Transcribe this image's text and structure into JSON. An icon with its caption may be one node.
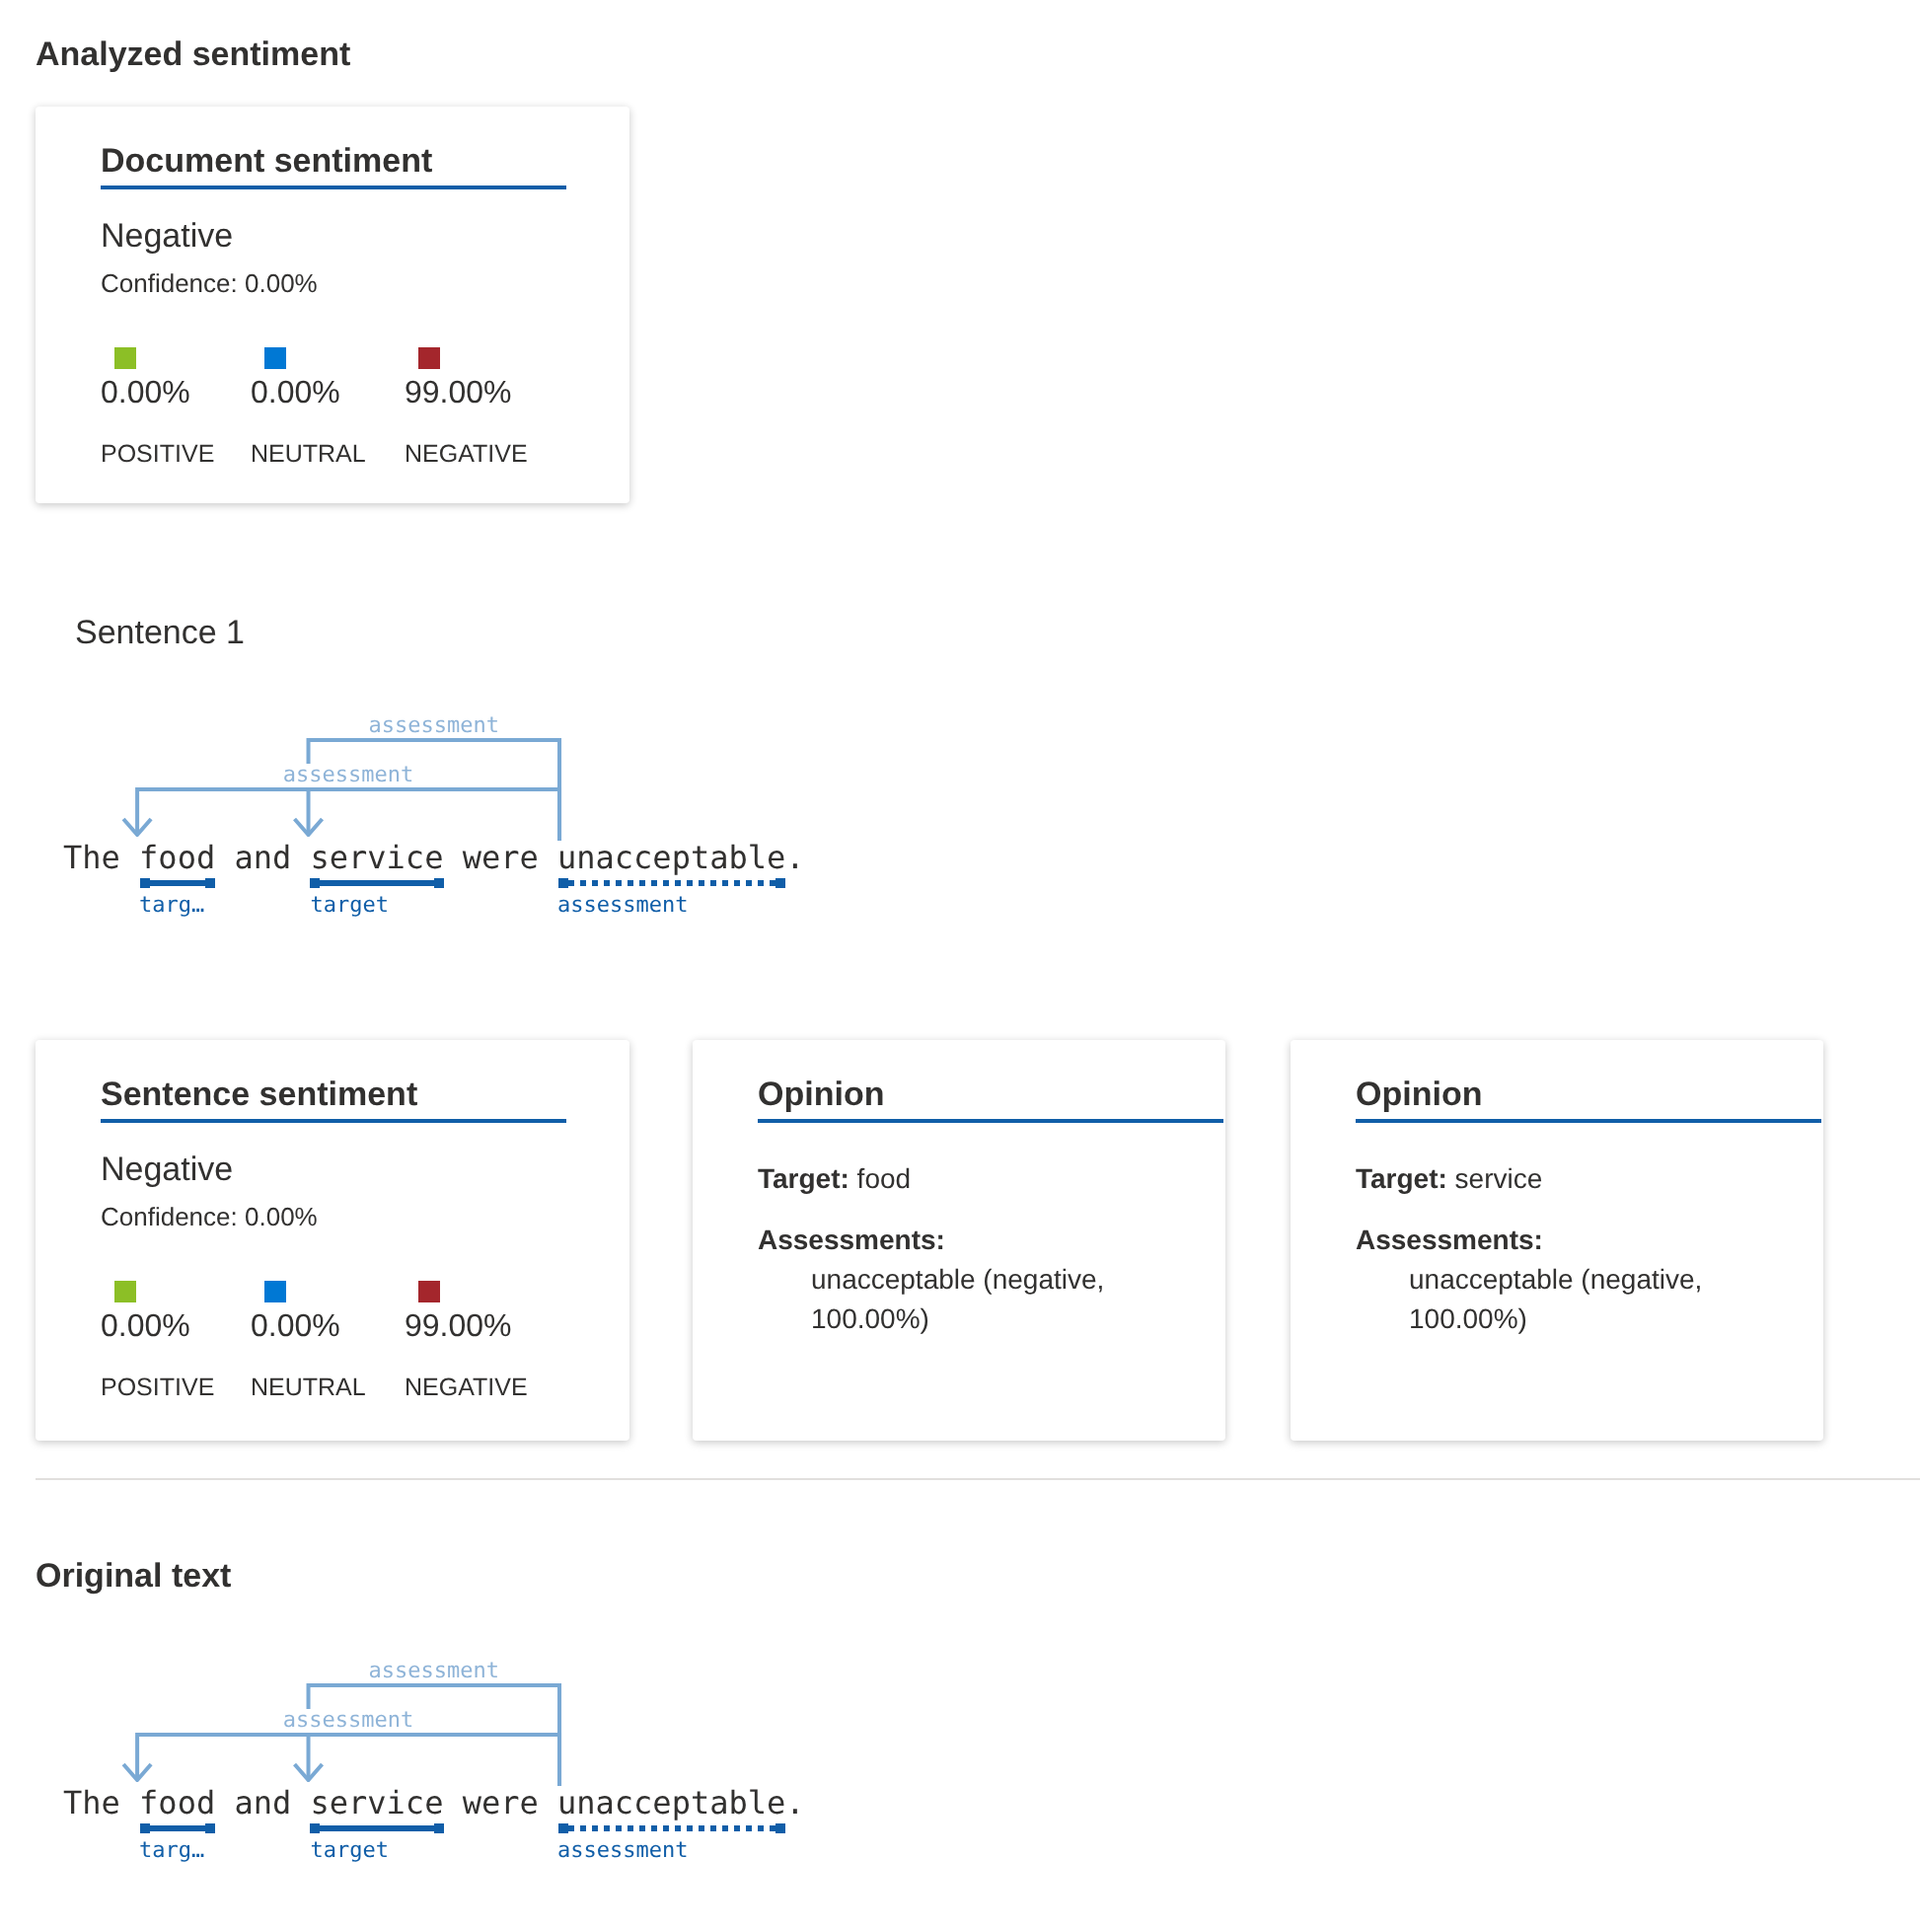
{
  "diagram": {
    "nodes": [
      {
        "text": [
          "Document sentiment",
          "Negative",
          "Confidence: 0.00%"
        ]
      },
      {
        "text": [
          "food"
        ],
        "beside": [
          "targ…"
        ]
      },
      {
        "text": [
          "service"
        ],
        "beside": [
          "target"
        ]
      },
      {
        "text": [
          "unacceptable"
        ],
        "beside": [
          "assessment"
        ]
      },
      {
        "text": [
          "Sentence sentiment",
          "Negative",
          "Confidence: 0.00%"
        ]
      },
      {
        "text": [
          "Opinion",
          "**Target:** food",
          "**Assessments:**",
          "unacceptable (negative, 100.00%)"
        ]
      },
      {
        "text": [
          "Opinion",
          "**Target:** service",
          "**Assessments:**",
          "unacceptable (negative, 100.00%)"
        ]
      },
      {
        "text": [
          "food"
        ],
        "beside": [
          "targ…"
        ]
      },
      {
        "text": [
          "service"
        ],
        "beside": [
          "target"
        ]
      },
      {
        "text": [
          "unacceptable"
        ],
        "beside": [
          "assessment"
        ]
      }
    ],
    "edges": [
      {
        "from": 3,
        "to": 1,
        "arrow": "to",
        "label": "assessment"
      },
      {
        "from": 3,
        "to": 2,
        "arrow": "to",
        "label": "assessment"
      },
      {
        "from": 9,
        "to": 7,
        "arrow": "to",
        "label": "assessment"
      },
      {
        "from": 9,
        "to": 8,
        "arrow": "to",
        "label": "assessment"
      }
    ],
    "labels": [
      "Analyzed sentiment",
      "0.00%",
      "0.00%",
      "99.00%",
      "Sentence 1",
      "The",
      "and",
      "were",
      ".",
      "0.00%",
      "0.00%",
      "99.00%",
      "Original text",
      "The",
      "and",
      "were",
      "."
    ],
    "legend": [
      {
        "text": "POSITIVE",
        "color": "#8cbf26"
      },
      {
        "text": "NEUTRAL",
        "color": "#0078d4"
      },
      {
        "text": "NEGATIVE",
        "color": "#a4262c"
      },
      {
        "text": "POSITIVE",
        "color": "#8cbf26"
      },
      {
        "text": "NEUTRAL",
        "color": "#0078d4"
      },
      {
        "text": "NEGATIVE",
        "color": "#a4262c"
      }
    ]
  }
}
